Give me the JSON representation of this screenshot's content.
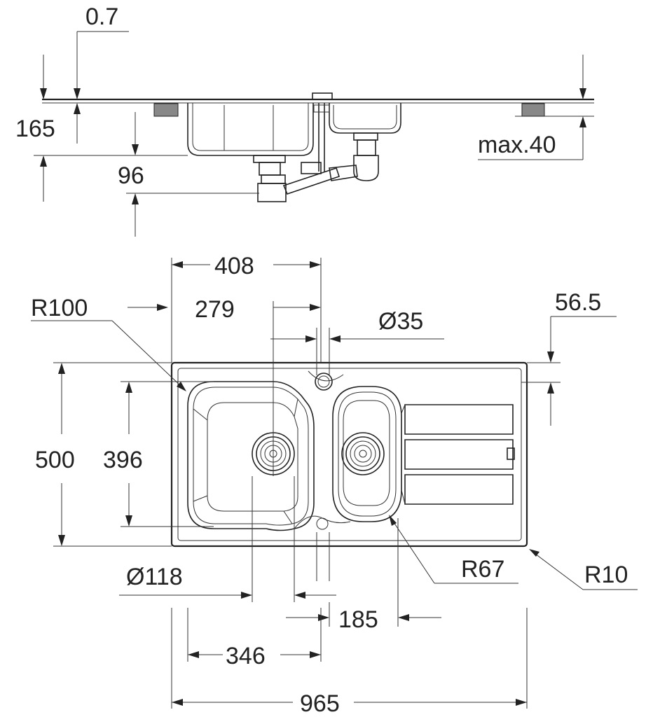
{
  "dimensions": {
    "sheet_thickness": "0.7",
    "bowl_depth": "165",
    "waste_depth": "96",
    "worktop_thickness": "max.40",
    "main_bowl_width": "408",
    "bowl_radius": "R100",
    "bowl_center_offset": "279",
    "tap_hole_diameter": "Ø35",
    "edge_offset": "56.5",
    "overall_depth": "500",
    "bowl_length": "396",
    "waste_diameter": "Ø118",
    "second_bowl_radius": "R67",
    "corner_radius": "R10",
    "second_bowl_width": "185",
    "waste_spacing": "346",
    "overall_width": "965"
  }
}
